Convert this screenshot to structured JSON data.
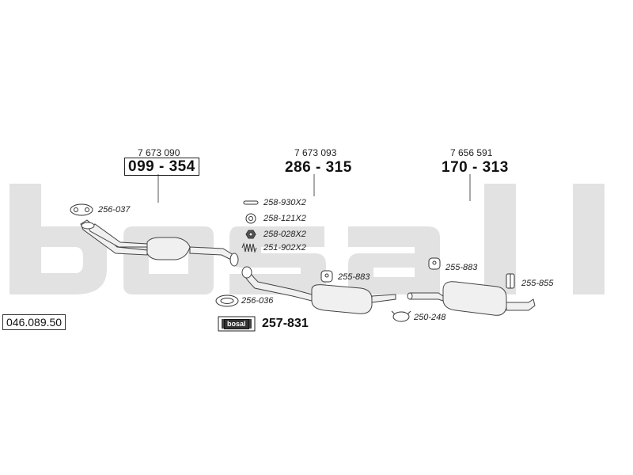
{
  "watermark": {
    "text": "bosal",
    "color": "#e2e2e2"
  },
  "catalog_code": "046.089.50",
  "assemblies": [
    {
      "oem": "7 673 090",
      "part_no": "099 - 354",
      "boxed": true
    },
    {
      "oem": "7 673 093",
      "part_no": "286 - 315",
      "boxed": false
    },
    {
      "oem": "7 656 591",
      "part_no": "170 - 313",
      "boxed": false
    }
  ],
  "hardware": [
    {
      "part": "256-037",
      "icon": "gasket-icon"
    },
    {
      "part": "258-930X2",
      "icon": "bolt-icon"
    },
    {
      "part": "258-121X2",
      "icon": "washer-icon"
    },
    {
      "part": "258-028X2",
      "icon": "nut-icon"
    },
    {
      "part": "251-902X2",
      "icon": "spring-icon"
    },
    {
      "part": "255-883",
      "icon": "rubber-hanger-icon"
    },
    {
      "part": "256-036",
      "icon": "ring-gasket-icon"
    },
    {
      "part": "255-883",
      "icon": "rubber-hanger-icon"
    },
    {
      "part": "255-855",
      "icon": "bracket-hanger-icon"
    },
    {
      "part": "250-248",
      "icon": "clamp-icon"
    }
  ],
  "mounting_kit": {
    "badge": "bosal",
    "part_no": "257-831",
    "icon": "mounting-kit-icon"
  },
  "line_color": "#555555",
  "pipe_fill": "#efefef"
}
